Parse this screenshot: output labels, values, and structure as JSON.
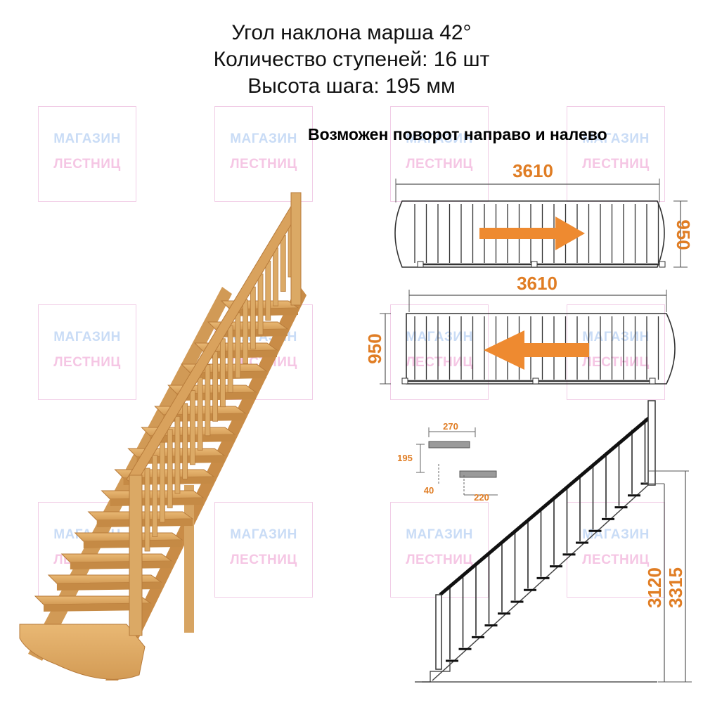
{
  "header": {
    "line1": "Угол наклона марша 42°",
    "line2": "Количество ступеней: 16 шт",
    "line3": "Высота шага: 195 мм"
  },
  "turn_note": "Возможен поворот направо и налево",
  "watermark": {
    "line1": "МАГАЗИН",
    "line2": "ЛЕСТНИЦ"
  },
  "plan_right": {
    "length": "3610",
    "width": "950",
    "direction": "right"
  },
  "plan_left": {
    "length": "3610",
    "width": "950",
    "direction": "left"
  },
  "step_detail": {
    "going": "270",
    "rise": "195",
    "thickness": "40",
    "tread": "220"
  },
  "elevation": {
    "height_a": "3120",
    "height_b": "3315"
  },
  "colors": {
    "dimension": "#e07d24",
    "wood": "#d9a05a",
    "arrow": "#ee8a30"
  }
}
